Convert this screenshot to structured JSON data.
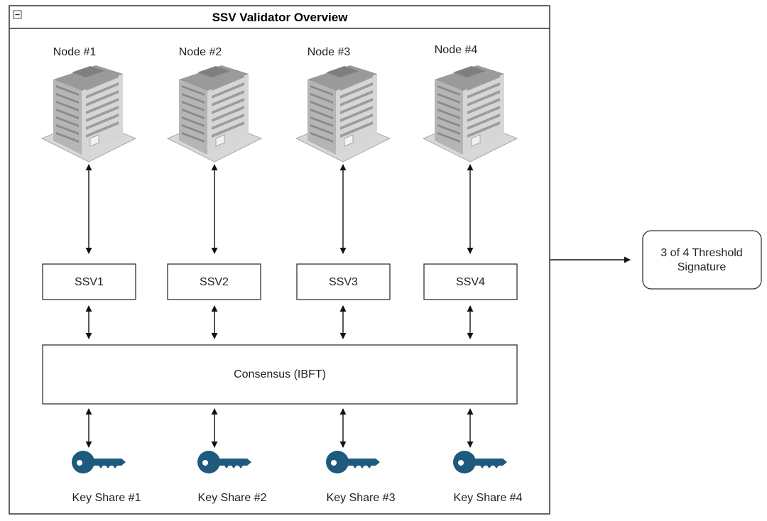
{
  "title": "SSV Validator Overview",
  "nodes": [
    {
      "label": "Node #1",
      "ssv": "SSV1",
      "key": "Key Share #1"
    },
    {
      "label": "Node #2",
      "ssv": "SSV2",
      "key": "Key Share #2"
    },
    {
      "label": "Node #3",
      "ssv": "SSV3",
      "key": "Key Share #3"
    },
    {
      "label": "Node #4",
      "ssv": "SSV4",
      "key": "Key Share #4"
    }
  ],
  "consensus_label": "Consensus (IBFT)",
  "threshold_label_line1": "3 of 4 Threshold",
  "threshold_label_line2": "Signature",
  "colors": {
    "key": "#1e5a7e",
    "building_light": "#d2d2d2",
    "building_dark": "#8c8c8c",
    "border": "#333333"
  },
  "icons": {
    "node": "building-icon",
    "key": "key-icon",
    "collapse": "minus-box-icon"
  }
}
